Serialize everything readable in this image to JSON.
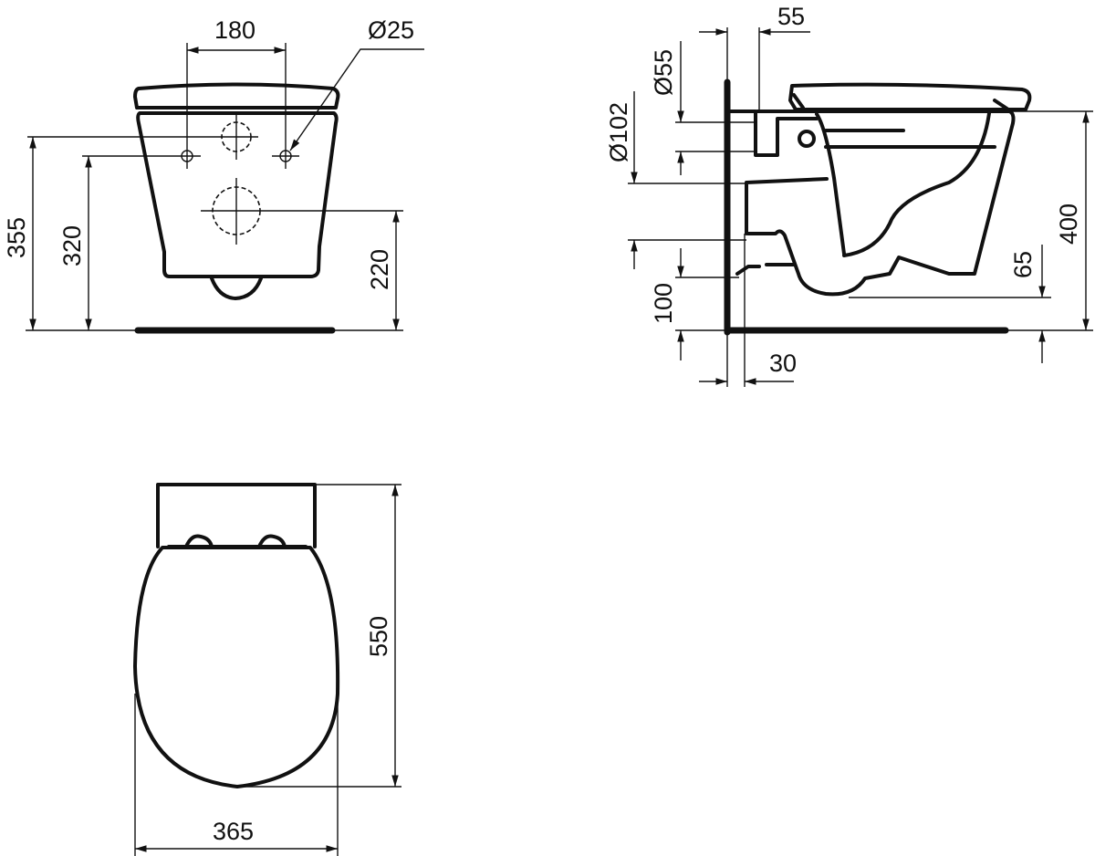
{
  "drawing": {
    "title": "Wall-hung toilet dimension drawing",
    "units": "mm",
    "stroke_color": "#111111",
    "background": "#ffffff"
  },
  "front_view": {
    "dims": {
      "bolt_spacing": "180",
      "bolt_hole_diameter": "Ø25",
      "supply_height": "355",
      "bolt_height": "320",
      "outlet_height": "220"
    }
  },
  "side_view": {
    "dims": {
      "top_offset": "55",
      "inlet_diameter": "Ø55",
      "outlet_diameter": "Ø102",
      "outlet_to_floor": "100",
      "wall_gap": "30",
      "bottom_clearance": "65",
      "rim_height": "400"
    }
  },
  "top_view": {
    "dims": {
      "length": "550",
      "width": "365"
    }
  }
}
